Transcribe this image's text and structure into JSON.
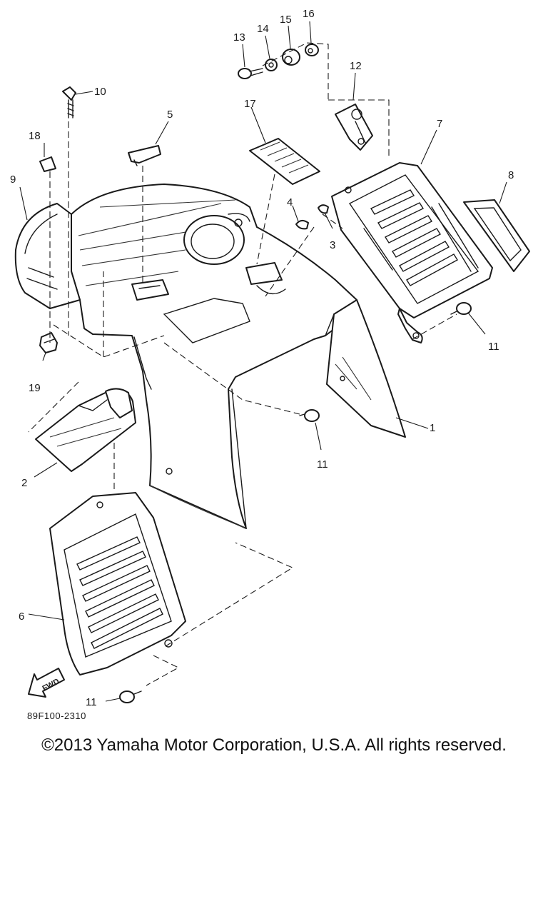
{
  "callouts": [
    {
      "id": "1",
      "label": "1"
    },
    {
      "id": "2",
      "label": "2"
    },
    {
      "id": "3",
      "label": "3"
    },
    {
      "id": "4",
      "label": "4"
    },
    {
      "id": "5",
      "label": "5"
    },
    {
      "id": "6",
      "label": "6"
    },
    {
      "id": "7",
      "label": "7"
    },
    {
      "id": "8",
      "label": "8"
    },
    {
      "id": "9",
      "label": "9"
    },
    {
      "id": "10",
      "label": "10"
    },
    {
      "id": "11a",
      "label": "11"
    },
    {
      "id": "11b",
      "label": "11"
    },
    {
      "id": "11c",
      "label": "11"
    },
    {
      "id": "12",
      "label": "12"
    },
    {
      "id": "13",
      "label": "13"
    },
    {
      "id": "14",
      "label": "14"
    },
    {
      "id": "15",
      "label": "15"
    },
    {
      "id": "16",
      "label": "16"
    },
    {
      "id": "17",
      "label": "17"
    },
    {
      "id": "18",
      "label": "18"
    },
    {
      "id": "19",
      "label": "19"
    }
  ],
  "fwd_label": "FWD",
  "drawing_code": "89F100-2310",
  "copyright": "©2013 Yamaha Motor Corporation, U.S.A. All rights reserved."
}
